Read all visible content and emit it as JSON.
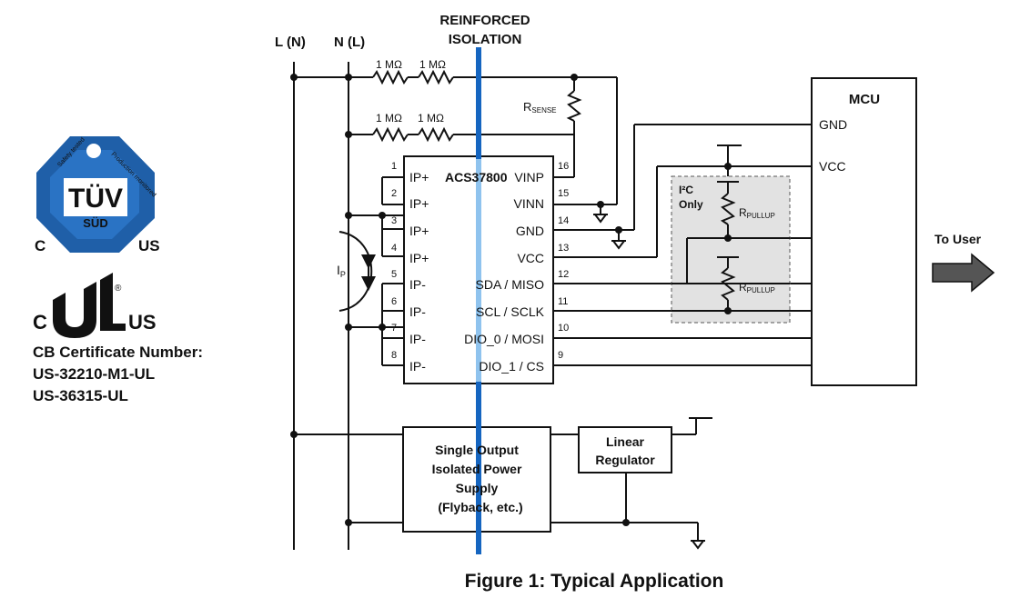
{
  "isolation_label": [
    "REINFORCED",
    "ISOLATION"
  ],
  "colors": {
    "isolation_line": "#1565c0",
    "isolation_light": "#90caf9",
    "wire": "#111111",
    "shade": "#e0e0e0"
  },
  "lines": {
    "l": "L (N)",
    "n": "N (L)"
  },
  "resistors": {
    "one_meg": "1 MΩ",
    "rsense": "R",
    "rsense_sub": "SENSE",
    "rpullup": "R",
    "rpullup_sub": "PULLUP"
  },
  "ic": {
    "name": "ACS37800",
    "left_pins": [
      {
        "num": "1",
        "label": "IP+"
      },
      {
        "num": "2",
        "label": "IP+"
      },
      {
        "num": "3",
        "label": "IP+"
      },
      {
        "num": "4",
        "label": "IP+"
      },
      {
        "num": "5",
        "label": "IP-"
      },
      {
        "num": "6",
        "label": "IP-"
      },
      {
        "num": "7",
        "label": "IP-"
      },
      {
        "num": "8",
        "label": "IP-"
      }
    ],
    "right_pins": [
      {
        "num": "16",
        "label": "VINP"
      },
      {
        "num": "15",
        "label": "VINN"
      },
      {
        "num": "14",
        "label": "GND"
      },
      {
        "num": "13",
        "label": "VCC"
      },
      {
        "num": "12",
        "label": "SDA / MISO"
      },
      {
        "num": "11",
        "label": "SCL / SCLK"
      },
      {
        "num": "10",
        "label": "DIO_0 / MOSI"
      },
      {
        "num": "9",
        "label": "DIO_1 / CS"
      }
    ]
  },
  "current_label": {
    "main": "I",
    "sub": "P"
  },
  "i2c_box": {
    "line1": "I²C",
    "line2": "Only"
  },
  "mcu": {
    "title": "MCU",
    "gnd": "GND",
    "vcc": "VCC"
  },
  "to_user": "To User",
  "power_supply": [
    "Single Output",
    "Isolated Power",
    "Supply",
    "(Flyback, etc.)"
  ],
  "regulator": [
    "Linear",
    "Regulator"
  ],
  "tuv": {
    "mark": "TÜV",
    "sub": "SÜD",
    "left": "C",
    "right": "US",
    "arc_left": "Safety tested",
    "arc_right": "Production monitored"
  },
  "ul": {
    "c": "C",
    "us": "US",
    "reg": "®"
  },
  "certificate": {
    "line1": "CB Certificate Number:",
    "line2": "US-32210-M1-UL",
    "line3": "US-36315-UL"
  },
  "caption": "Figure 1: Typical Application"
}
